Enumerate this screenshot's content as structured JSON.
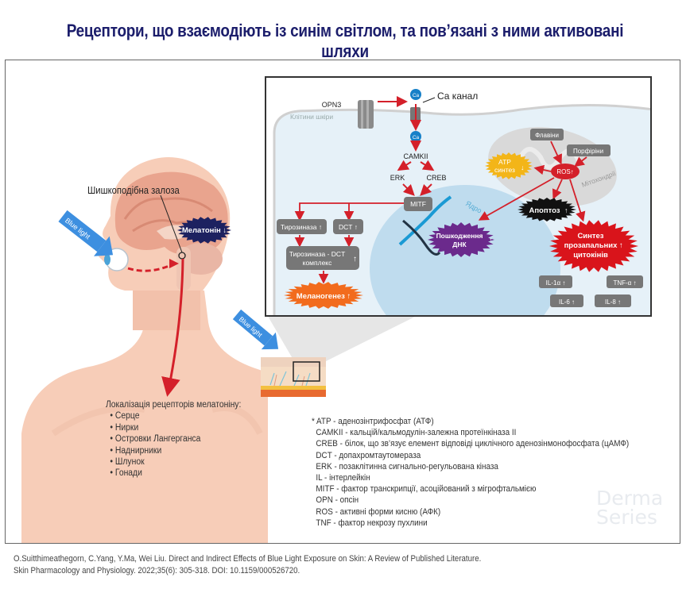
{
  "title": "Рецептори, що взаємодіють із синім світлом, та пов’язані з ними активовані шляхи",
  "colors": {
    "title": "#1b1d6b",
    "arrow_red": "#d4202a",
    "blue_light": "#3d8fe0",
    "skin": "#f7cdb8",
    "brain": "#e9a48e",
    "cell": "#e6f1f8",
    "nucleus": "#bfdcee",
    "box_gray": "#777777",
    "melanogenesis": "#f26b1d",
    "dna_damage": "#6b2a8c",
    "apoptosis": "#111111",
    "cytokines": "#d9141b",
    "atp": "#f3b518",
    "melatonin": "#1d2160"
  },
  "left_panel": {
    "blue_light_labels": [
      "Blue light",
      "Blue light"
    ],
    "pineal_label": "Шишкоподібна залоза",
    "melatonin_badge": "Мелатонін ↓",
    "receptors_title": "Локалізація рецепторів мелатоніну:",
    "receptors": [
      "Серце",
      "Нирки",
      "Островки Лангерганса",
      "Наднирники",
      "Шлунок",
      "Гонади"
    ]
  },
  "inset": {
    "opn3": "OPN3",
    "ca": "Ca",
    "ca_channel": "Са канал",
    "skin_cells": "Клітини шкіри",
    "camkii": "CAMKII",
    "erk": "ERK",
    "creb": "CREB",
    "mitf": "MITF",
    "nucleus": "Ядро",
    "tyrosinase": "Тирозиназа",
    "dct": "DCT",
    "complex_line1": "Тирозиназа - DCT",
    "complex_line2": "комплекс",
    "melanogenesis": "Меланогенез",
    "dna_damage_line1": "Пошкодження",
    "dna_damage_line2": "ДНК",
    "flavins": "Флавіни",
    "porphyrins": "Порфіріни",
    "atp_line1": "ATP",
    "atp_line2": "синтез",
    "ros": "ROS",
    "mitochondria": "Мітохондрії",
    "apoptosis": "Апоптоз",
    "cyto_line1": "Синтез",
    "cyto_line2": "прозапальних",
    "cyto_line3": "цитокінів",
    "il1a": "IL-1α",
    "tnfa": "TNF-α",
    "il6": "IL-6",
    "il8": "IL-8",
    "up": "↑",
    "down": "↓"
  },
  "legend": [
    "* ATP - аденозінтрифосфат (АТФ)",
    "CAMKII - кальцій/кальмодулін-залежна протеїнкіназа II",
    "CREB - білок, що зв’язує елемент відповіді циклічного аденозінмонофосфата (цАМФ)",
    "DCT - допахромтаутомераза",
    "ERK - позаклітинна сигнально-регульована кіназа",
    "IL - інтерлейкін",
    "MITF - фактор транскрипції, асоційований з мігрофтальмією",
    "OPN - опсін",
    "ROS - активні форми кисню (АФК)",
    "TNF - фактор некрозу пухлини"
  ],
  "watermark": [
    "Derma",
    "Series"
  ],
  "citation": [
    "O.Suitthimeathegorn, C.Yang, Y.Ma, Wei Liu. Direct and Indirect Effects of Blue Light Exposure on Skin: A Review of Published Literature.",
    "Skin Pharmacology and Physiology. 2022;35(6): 305-318. DOI: 10.1159/000526720."
  ]
}
